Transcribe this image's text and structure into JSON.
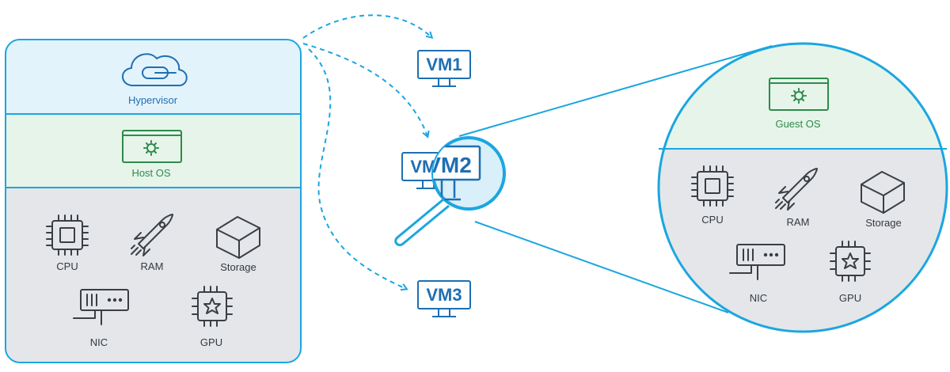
{
  "host": {
    "hypervisor_label": "Hypervisor",
    "hostos_label": "Host OS",
    "hardware": {
      "cpu": "CPU",
      "ram": "RAM",
      "storage": "Storage",
      "nic": "NIC",
      "gpu": "GPU"
    }
  },
  "vms": {
    "vm1": "VM1",
    "vm2": "VM2",
    "vm3": "VM3"
  },
  "zoom": {
    "guestos_label": "Guest OS",
    "hardware": {
      "cpu": "CPU",
      "ram": "RAM",
      "storage": "Storage",
      "nic": "NIC",
      "gpu": "GPU"
    }
  },
  "colors": {
    "accent_blue": "#1ba6e0",
    "hypervisor_bg": "#e3f3fb",
    "os_bg": "#e6f4ea",
    "hardware_bg": "#e4e6ea"
  }
}
